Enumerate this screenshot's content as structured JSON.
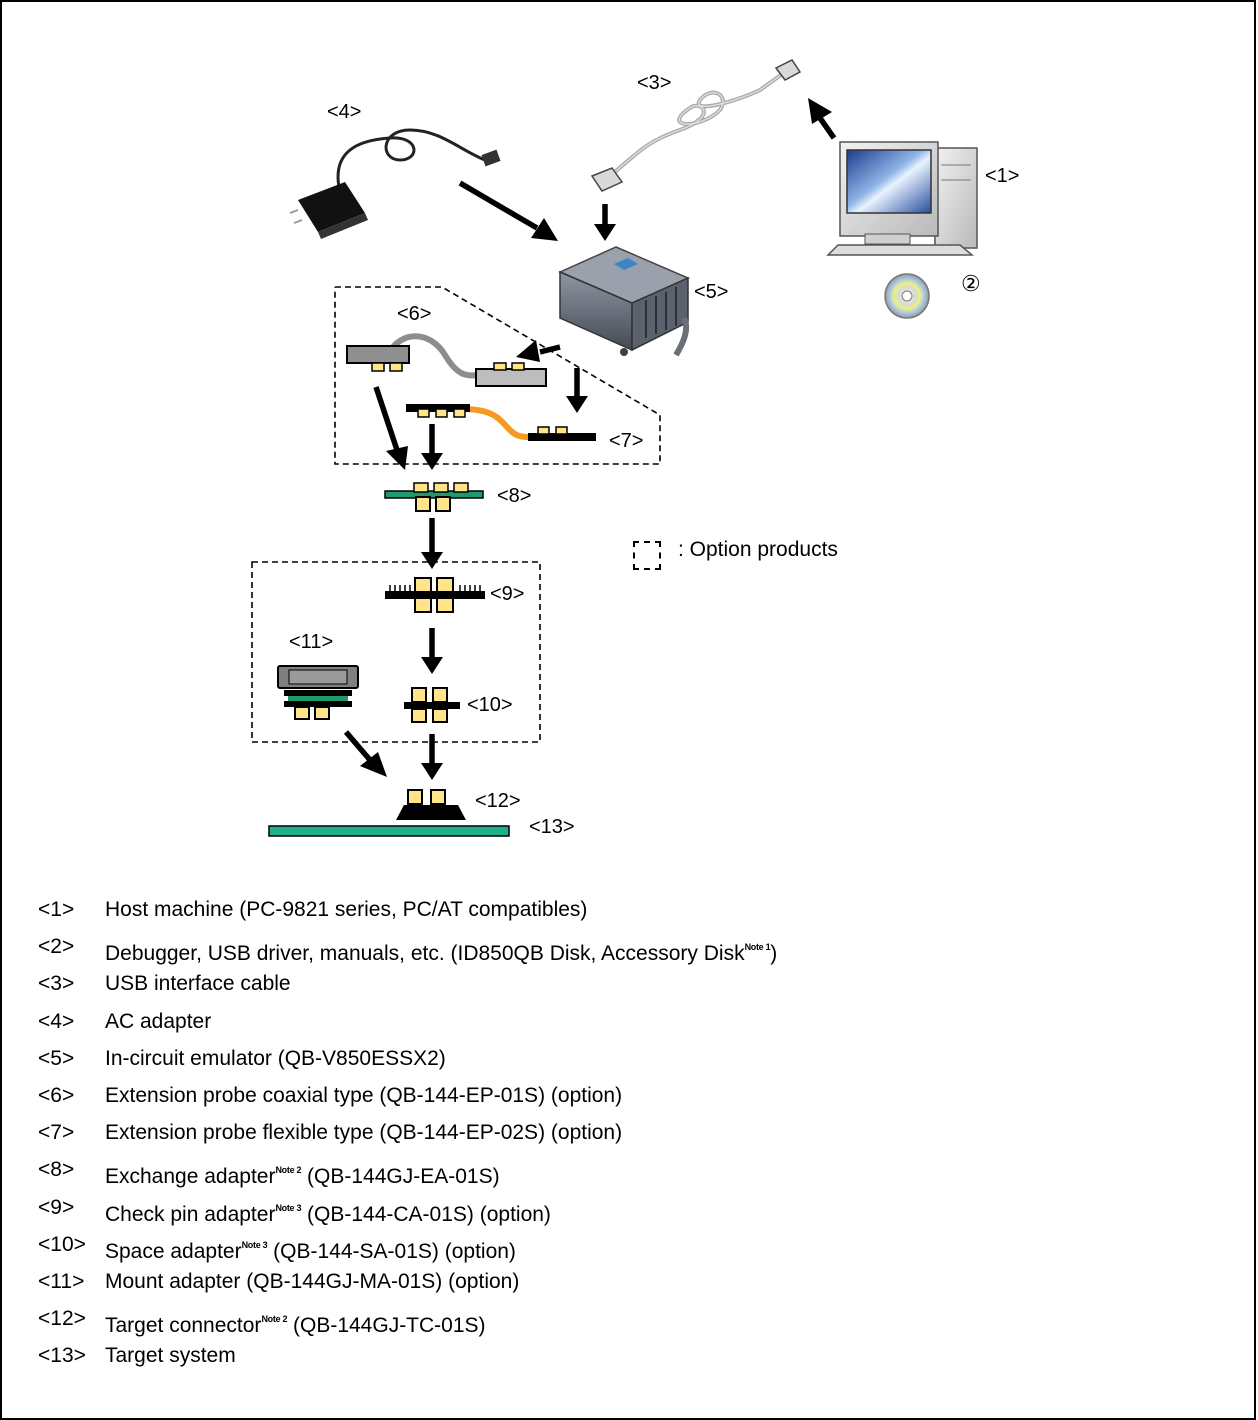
{
  "diagram": {
    "labels": {
      "l1": "<1>",
      "l2": "②",
      "l3": "<3>",
      "l4": "<4>",
      "l5": "<5>",
      "l6": "<6>",
      "l7": "<7>",
      "l8": "<8>",
      "l9": "<9>",
      "l10": "<10>",
      "l11": "<11>",
      "l12": "<12>",
      "l13": "<13>"
    },
    "legend": {
      "text": ":  Option products"
    }
  },
  "legend_items": [
    {
      "key": "<1>",
      "text": "Host machine (PC-9821 series, PC/AT compatibles)",
      "note": "",
      "after": ""
    },
    {
      "key": "<2>",
      "text": "Debugger, USB driver, manuals, etc. (ID850QB Disk, Accessory Disk",
      "note": "Note 1",
      "after": ")"
    },
    {
      "key": "<3>",
      "text": "USB interface cable",
      "note": "",
      "after": ""
    },
    {
      "key": "<4>",
      "text": "AC adapter",
      "note": "",
      "after": ""
    },
    {
      "key": "<5>",
      "text": "In-circuit emulator (QB-V850ESSX2)",
      "note": "",
      "after": ""
    },
    {
      "key": "<6>",
      "text": "Extension probe coaxial type (QB-144-EP-01S) (option)",
      "note": "",
      "after": ""
    },
    {
      "key": "<7>",
      "text": "Extension probe flexible type (QB-144-EP-02S) (option)",
      "note": "",
      "after": ""
    },
    {
      "key": "<8>",
      "text": "Exchange adapter",
      "note": "Note 2",
      "after": " (QB-144GJ-EA-01S)"
    },
    {
      "key": "<9>",
      "text": "Check pin adapter",
      "note": "Note 3",
      "after": " (QB-144-CA-01S) (option)"
    },
    {
      "key": "<10>",
      "text": "Space adapter",
      "note": "Note 3",
      "after": " (QB-144-SA-01S) (option)"
    },
    {
      "key": "<11>",
      "text": "Mount adapter (QB-144GJ-MA-01S) (option)",
      "note": "",
      "after": ""
    },
    {
      "key": "<12>",
      "text": "Target connector",
      "note": "Note 2",
      "after": " (QB-144GJ-TC-01S)"
    },
    {
      "key": "<13>",
      "text": "Target system",
      "note": "",
      "after": ""
    }
  ]
}
